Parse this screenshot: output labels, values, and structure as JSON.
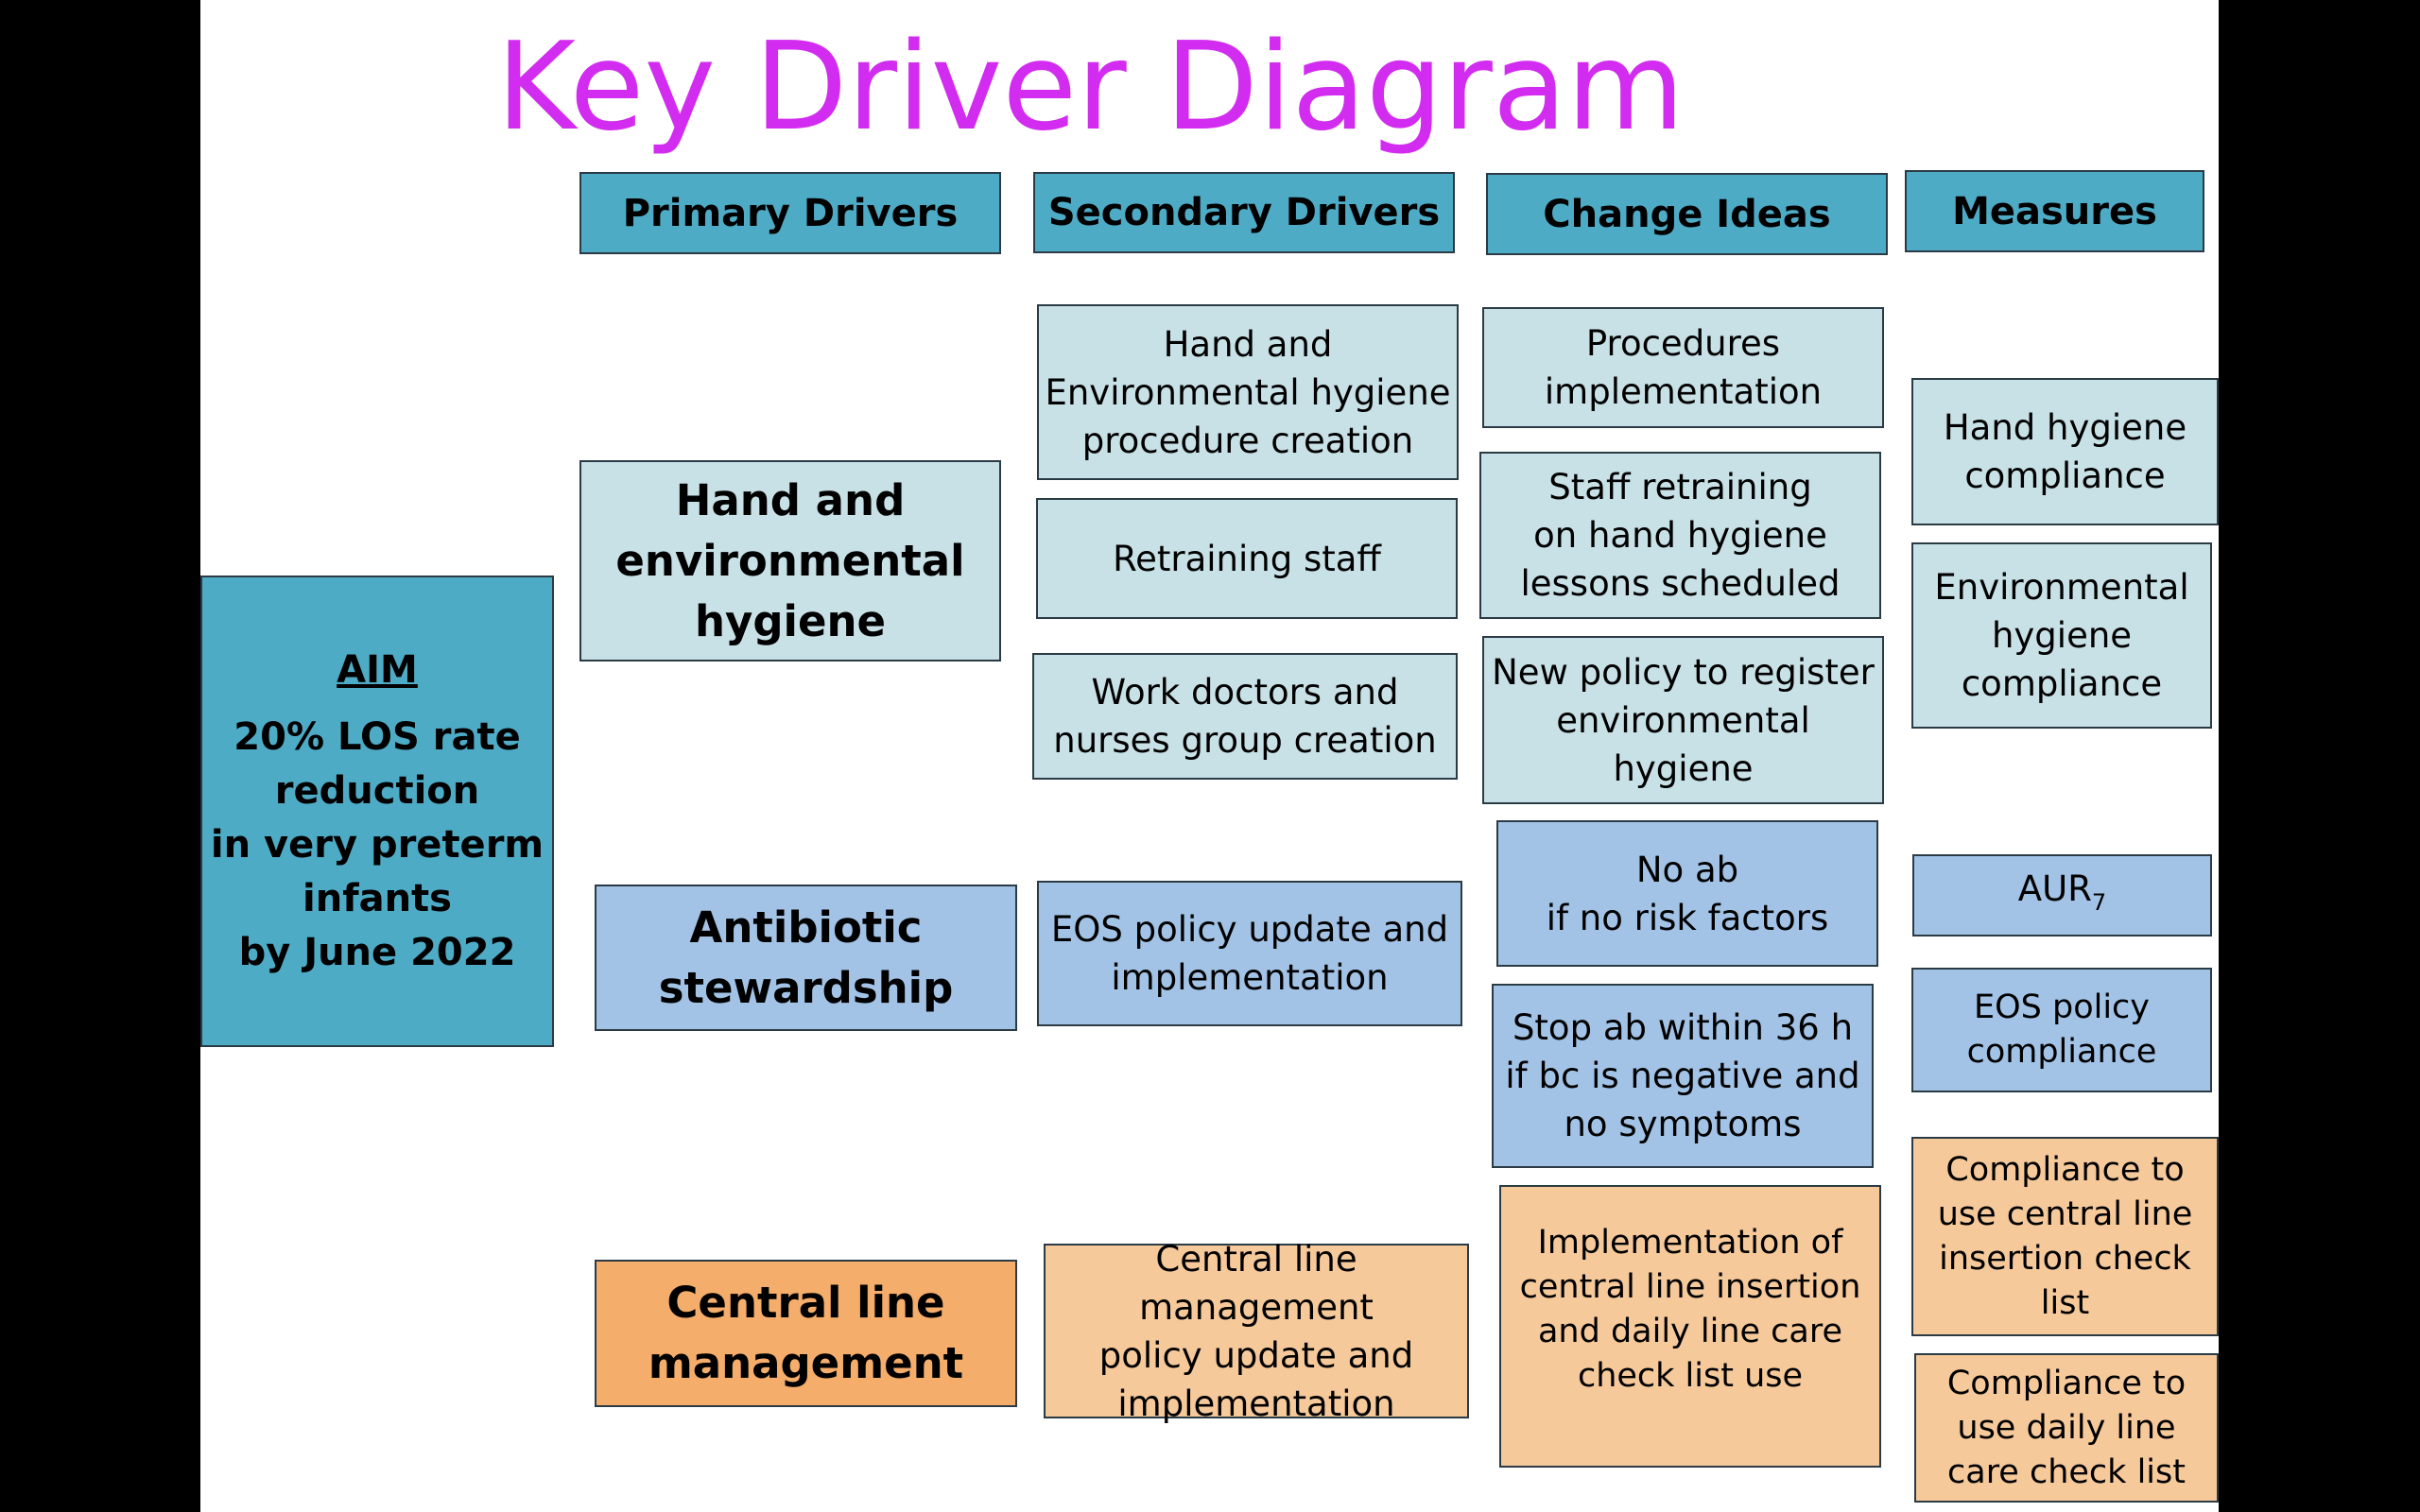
{
  "title": "Key Driver Diagram",
  "colors": {
    "title": "#d22cf0",
    "header": "#4eabc6",
    "aim": "#4eabc6",
    "hygiene": "#c8e1e6",
    "antibiotic": "#a2c3e6",
    "central_line": "#f6c99b",
    "central_line_primary": "#f4ad6a"
  },
  "headers": {
    "primary": "Primary Drivers",
    "secondary": "Secondary Drivers",
    "change": "Change Ideas",
    "measures": "Measures"
  },
  "aim": {
    "label": "AIM",
    "text": "20% LOS rate\nreduction\nin very preterm\ninfants\nby June 2022"
  },
  "primary_drivers": {
    "hygiene": "Hand and\nenvironmental\nhygiene",
    "antibiotic": "Antibiotic\nstewardship",
    "central_line": "Central line\nmanagement"
  },
  "secondary_drivers": {
    "hygiene_procedure": "Hand and\nEnvironmental hygiene\nprocedure creation",
    "retraining": "Retraining staff",
    "work_group": "Work doctors and\nnurses group creation",
    "eos_policy": "EOS policy update and\nimplementation",
    "central_line_policy": "Central line management\npolicy update and\nimplementation"
  },
  "change_ideas": {
    "procedures": "Procedures\nimplementation",
    "staff_retraining": "Staff retraining\non hand hygiene\nlessons scheduled",
    "new_policy": "New policy to register\nenvironmental\nhygiene",
    "no_ab": "No ab\nif no risk factors",
    "stop_ab": "Stop  ab within 36 h\nif bc is negative  and\nno symptoms",
    "checklist": "Implementation of\ncentral line insertion\nand daily line care\ncheck list use"
  },
  "measures": {
    "hand_hygiene": "Hand  hygiene\ncompliance",
    "env_hygiene": "Environmental\nhygiene\ncompliance",
    "aur_main": "AUR",
    "aur_sub": "7",
    "eos_compliance": "EOS policy\ncompliance",
    "insertion_checklist": "Compliance to\nuse central line\ninsertion check\nlist",
    "daily_checklist": "Compliance to\nuse daily line\ncare check list"
  }
}
